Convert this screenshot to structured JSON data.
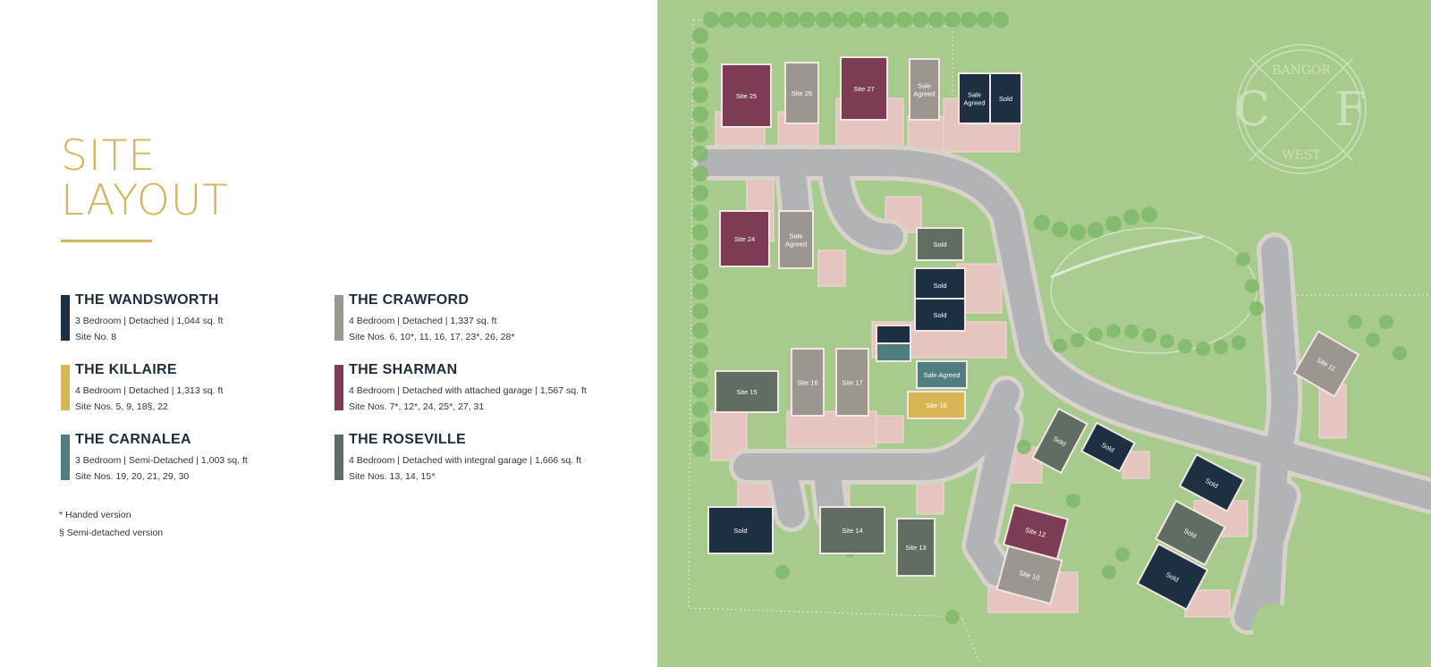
{
  "title": {
    "line1": "SITE",
    "line2": "LAYOUT"
  },
  "house_types": [
    {
      "name": "THE WANDSWORTH",
      "spec": "3 Bedroom | Detached | 1,044 sq. ft",
      "sites": "Site No. 8",
      "color": "#1d2f42"
    },
    {
      "name": "THE KILLAIRE",
      "spec": "4 Bedroom | Detached | 1,313 sq. ft",
      "sites": "Site Nos. 5, 9, 18§, 22",
      "color": "#d9b654"
    },
    {
      "name": "THE CARNALEA",
      "spec": "3 Bedroom | Semi-Detached | 1,003 sq. ft",
      "sites": "Site Nos. 19, 20, 21, 29, 30",
      "color": "#4f7d80"
    },
    {
      "name": "THE CRAWFORD",
      "spec": "4 Bedroom | Detached | 1,337 sq. ft",
      "sites": "Site Nos. 6, 10*, 11, 16, 17, 23*, 26, 28*",
      "color": "#9c9691"
    },
    {
      "name": "THE SHARMAN",
      "spec": "4 Bedroom | Detached with attached garage | 1,567 sq. ft",
      "sites": "Site Nos. 7*, 12*, 24, 25*, 27, 31",
      "color": "#7c3c55"
    },
    {
      "name": "THE ROSEVILLE",
      "spec": "4 Bedroom | Detached with integral garage | 1,666 sq. ft",
      "sites": "Site Nos. 13, 14, 15*",
      "color": "#5f6d62"
    }
  ],
  "footnotes": {
    "handed": "* Handed version",
    "semi": "§ Semi-detached version"
  },
  "logo": {
    "top": "BANGOR",
    "bottom": "WEST",
    "left_letter": "C",
    "right_letter": "F"
  },
  "plots": [
    {
      "label": "Site 25",
      "type": "sharman"
    },
    {
      "label": "Site 26",
      "type": "crawford"
    },
    {
      "label": "Site 27",
      "type": "sharman"
    },
    {
      "label": "Sale Agreed",
      "type": "crawford"
    },
    {
      "label": "Sale Agreed",
      "type": "wandsworth"
    },
    {
      "label": "Sold",
      "type": "wandsworth"
    },
    {
      "label": "Site 24",
      "type": "sharman"
    },
    {
      "label": "Sale Agreed",
      "type": "crawford"
    },
    {
      "label": "Sold",
      "type": "roseville"
    },
    {
      "label": "Sold",
      "type": "wandsworth"
    },
    {
      "label": "Sold",
      "type": "wandsworth"
    },
    {
      "label": "",
      "type": "wandsworth"
    },
    {
      "label": "",
      "type": "carnalea"
    },
    {
      "label": "Sale Agreed",
      "type": "carnalea"
    },
    {
      "label": "Site 18",
      "type": "killaire"
    },
    {
      "label": "Site 15",
      "type": "roseville"
    },
    {
      "label": "Site 16",
      "type": "crawford"
    },
    {
      "label": "Site 17",
      "type": "crawford"
    },
    {
      "label": "Sold",
      "type": "roseville"
    },
    {
      "label": "Sold",
      "type": "wandsworth"
    },
    {
      "label": "Sold",
      "type": "wandsworth"
    },
    {
      "label": "Sold",
      "type": "roseville"
    },
    {
      "label": "Sold",
      "type": "wandsworth"
    },
    {
      "label": "Sold",
      "type": "wandsworth"
    },
    {
      "label": "Site 14",
      "type": "roseville"
    },
    {
      "label": "Site 13",
      "type": "roseville"
    },
    {
      "label": "Site 12",
      "type": "sharman"
    },
    {
      "label": "Site 10",
      "type": "crawford"
    },
    {
      "label": "Site 11",
      "type": "crawford"
    }
  ],
  "colors": {
    "grass": "#a6cb8c",
    "road": "#b1b3b6",
    "road_edge": "#dcd6d0",
    "paving": "#e6c4c0",
    "tree": "#7fb96a"
  }
}
